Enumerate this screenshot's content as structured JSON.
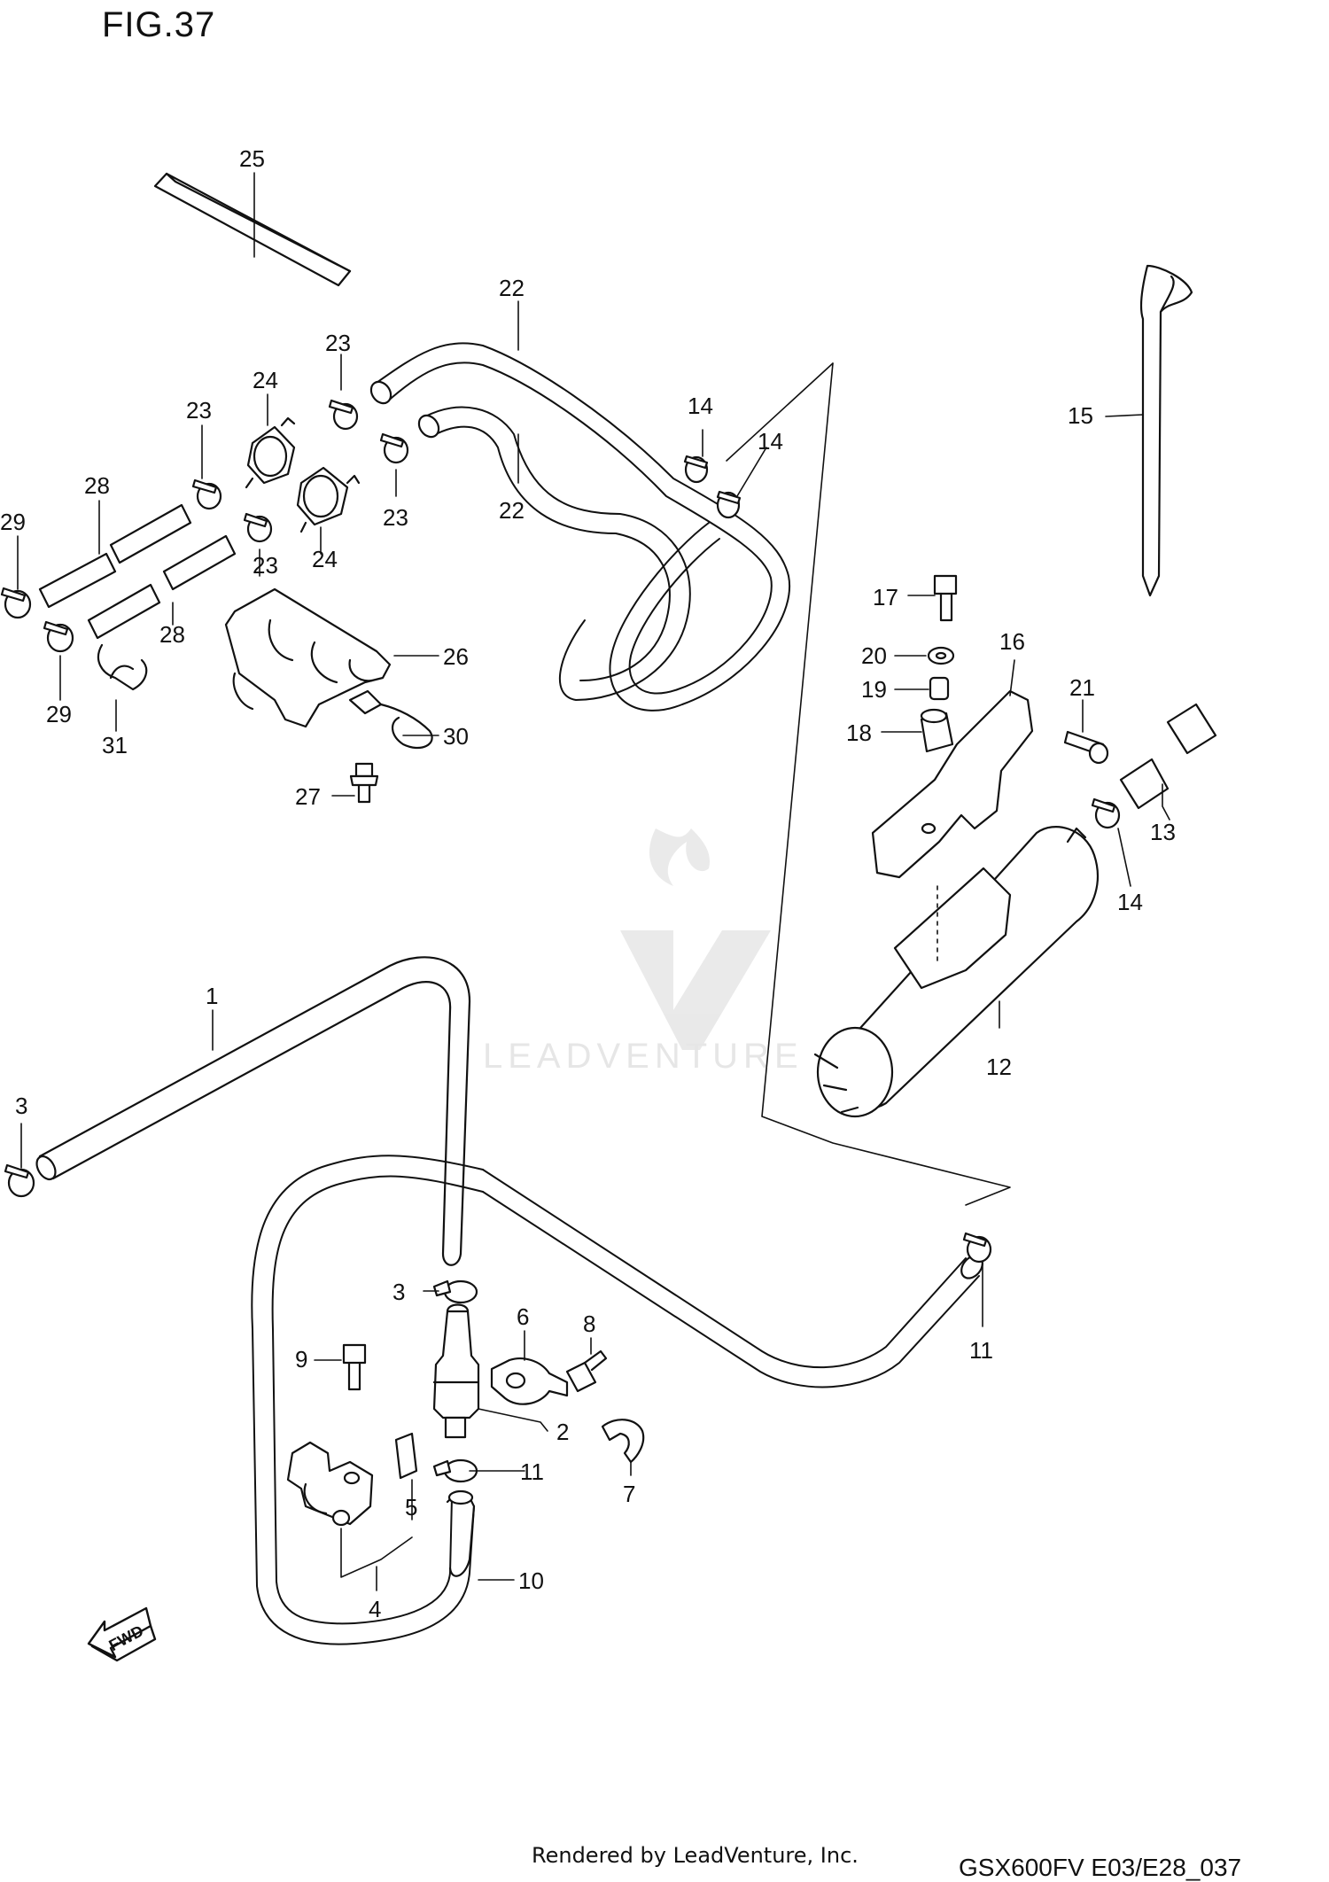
{
  "figure": {
    "title": "FIG.37"
  },
  "callouts": [
    {
      "id": "c25",
      "text": "25"
    },
    {
      "id": "c22a",
      "text": "22"
    },
    {
      "id": "c22b",
      "text": "22"
    },
    {
      "id": "c23a",
      "text": "23"
    },
    {
      "id": "c23b",
      "text": "23"
    },
    {
      "id": "c23c",
      "text": "23"
    },
    {
      "id": "c23d",
      "text": "23"
    },
    {
      "id": "c24a",
      "text": "24"
    },
    {
      "id": "c24b",
      "text": "24"
    },
    {
      "id": "c28a",
      "text": "28"
    },
    {
      "id": "c28b",
      "text": "28"
    },
    {
      "id": "c29a",
      "text": "29"
    },
    {
      "id": "c29b",
      "text": "29"
    },
    {
      "id": "c26",
      "text": "26"
    },
    {
      "id": "c30",
      "text": "30"
    },
    {
      "id": "c31",
      "text": "31"
    },
    {
      "id": "c27",
      "text": "27"
    },
    {
      "id": "c14a",
      "text": "14"
    },
    {
      "id": "c14b",
      "text": "14"
    },
    {
      "id": "c14c",
      "text": "14"
    },
    {
      "id": "c15",
      "text": "15"
    },
    {
      "id": "c17",
      "text": "17"
    },
    {
      "id": "c16",
      "text": "16"
    },
    {
      "id": "c20",
      "text": "20"
    },
    {
      "id": "c19",
      "text": "19"
    },
    {
      "id": "c18",
      "text": "18"
    },
    {
      "id": "c21",
      "text": "21"
    },
    {
      "id": "c13",
      "text": "13"
    },
    {
      "id": "c12",
      "text": "12"
    },
    {
      "id": "c1",
      "text": "1"
    },
    {
      "id": "c3a",
      "text": "3"
    },
    {
      "id": "c3b",
      "text": "3"
    },
    {
      "id": "c11a",
      "text": "11"
    },
    {
      "id": "c11b",
      "text": "11"
    },
    {
      "id": "c6",
      "text": "6"
    },
    {
      "id": "c8",
      "text": "8"
    },
    {
      "id": "c9",
      "text": "9"
    },
    {
      "id": "c2",
      "text": "2"
    },
    {
      "id": "c7",
      "text": "7"
    },
    {
      "id": "c5",
      "text": "5"
    },
    {
      "id": "c4",
      "text": "4"
    },
    {
      "id": "c10",
      "text": "10"
    }
  ],
  "fwd_arrow": {
    "label": "FWD"
  },
  "watermark": {
    "text": "LEADVENTURE"
  },
  "footer": {
    "rendered_by": "Rendered by LeadVenture, Inc.",
    "code": "GSX600FV E03/E28_037"
  }
}
